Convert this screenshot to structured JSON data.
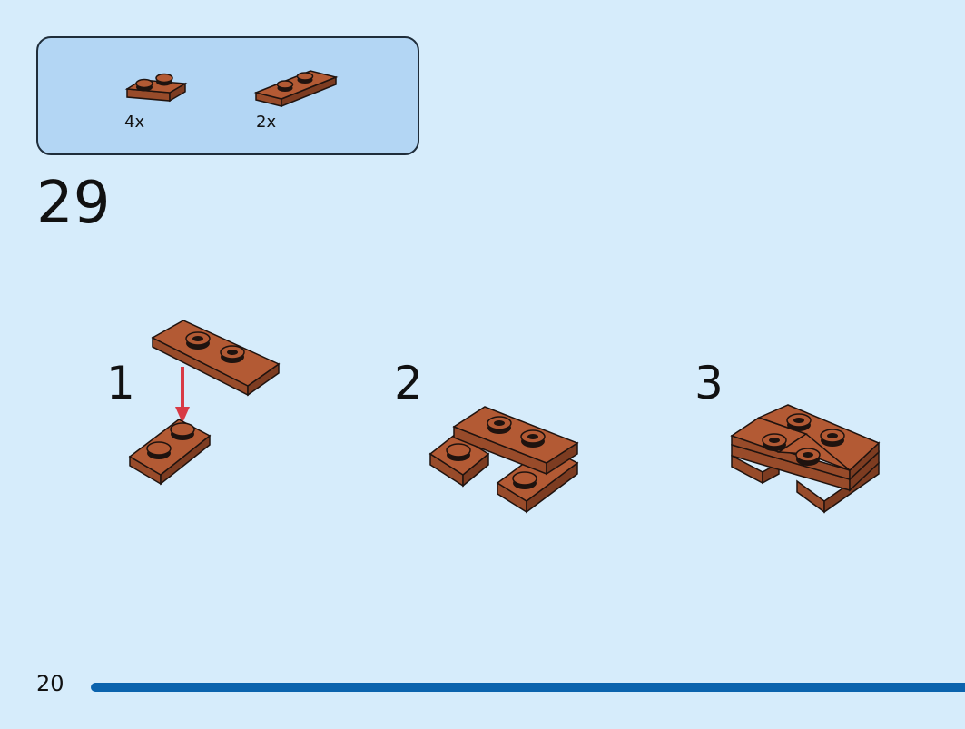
{
  "parts": [
    {
      "icon": "brick-plate-1x2-icon",
      "count": "4x"
    },
    {
      "icon": "brick-plate-1x3-icon",
      "count": "2x"
    }
  ],
  "step_number": "29",
  "substeps": [
    {
      "label": "1"
    },
    {
      "label": "2"
    },
    {
      "label": "3"
    }
  ],
  "page_number": "20",
  "colors": {
    "background": "#d6ecfb",
    "parts_box": "#b3d6f4",
    "brick_top": "#b35a34",
    "brick_front": "#984b2a",
    "brick_side": "#7d3c21",
    "stud": "#1f130f",
    "arrow": "#d83a45",
    "progress_bar": "#0b63ad"
  }
}
